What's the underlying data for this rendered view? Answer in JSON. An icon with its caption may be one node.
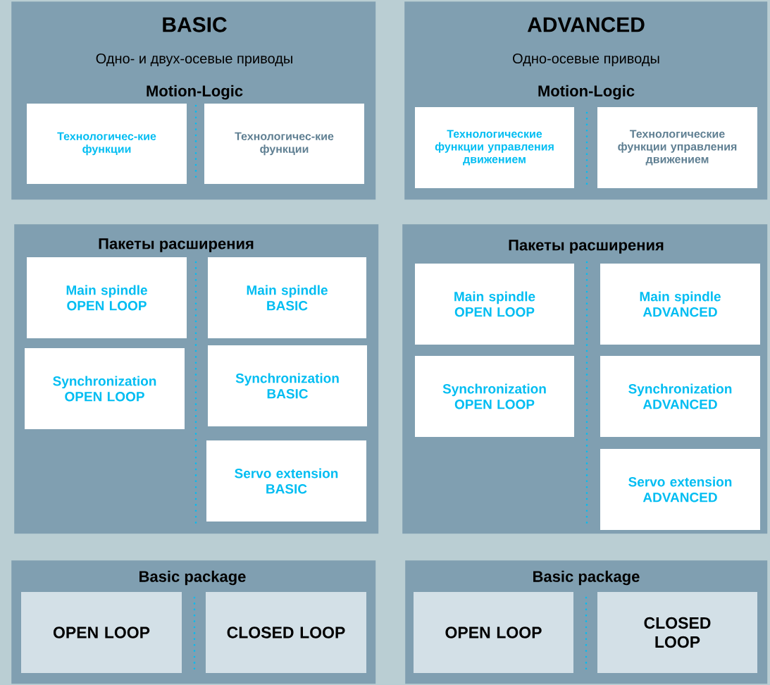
{
  "diagram": {
    "nodes": [
      {
        "text": [
          "BASIC",
          "Одно- и двух-осевые приводы",
          "Motion-Logic"
        ]
      },
      {
        "text": [
          "Технологичес-кие функции"
        ],
        "in": 0
      },
      {
        "text": [
          "Технологичес-кие функции"
        ],
        "in": 0
      },
      {
        "text": [
          "ADVANCED",
          "Одно-осевые приводы",
          "Motion-Logic"
        ]
      },
      {
        "text": [
          "Технологические функции управления движением"
        ],
        "in": 3
      },
      {
        "text": [
          "Технологические функции управления движением"
        ],
        "in": 3
      },
      {
        "text": [
          "Пакеты расширения"
        ]
      },
      {
        "text": [
          "Main spindle OPEN LOOP"
        ],
        "in": 6
      },
      {
        "text": [
          "Main spindle BASIC"
        ],
        "in": 6
      },
      {
        "text": [
          "Synchronization OPEN LOOP"
        ],
        "in": 6
      },
      {
        "text": [
          "Synchronization BASIC"
        ],
        "in": 6
      },
      {
        "text": [
          "Servo extension BASIC"
        ],
        "in": 6
      },
      {
        "text": [
          "Пакеты расширения"
        ]
      },
      {
        "text": [
          "Main spindle OPEN LOOP"
        ],
        "in": 12
      },
      {
        "text": [
          "Main spindle ADVANCED"
        ],
        "in": 12
      },
      {
        "text": [
          "Synchronization OPEN LOOP"
        ],
        "in": 12
      },
      {
        "text": [
          "Synchronization ADVANCED"
        ],
        "in": 12
      },
      {
        "text": [
          "Servo extension ADVANCED"
        ],
        "in": 12
      },
      {
        "text": [
          "Basic package"
        ]
      },
      {
        "text": [
          "OPEN LOOP"
        ],
        "in": 18
      },
      {
        "text": [
          "CLOSED LOOP"
        ],
        "in": 18
      },
      {
        "text": [
          "Basic package"
        ]
      },
      {
        "text": [
          "OPEN LOOP"
        ],
        "in": 21
      },
      {
        "text": [
          "CLOSED LOOP"
        ],
        "in": 21
      }
    ]
  }
}
